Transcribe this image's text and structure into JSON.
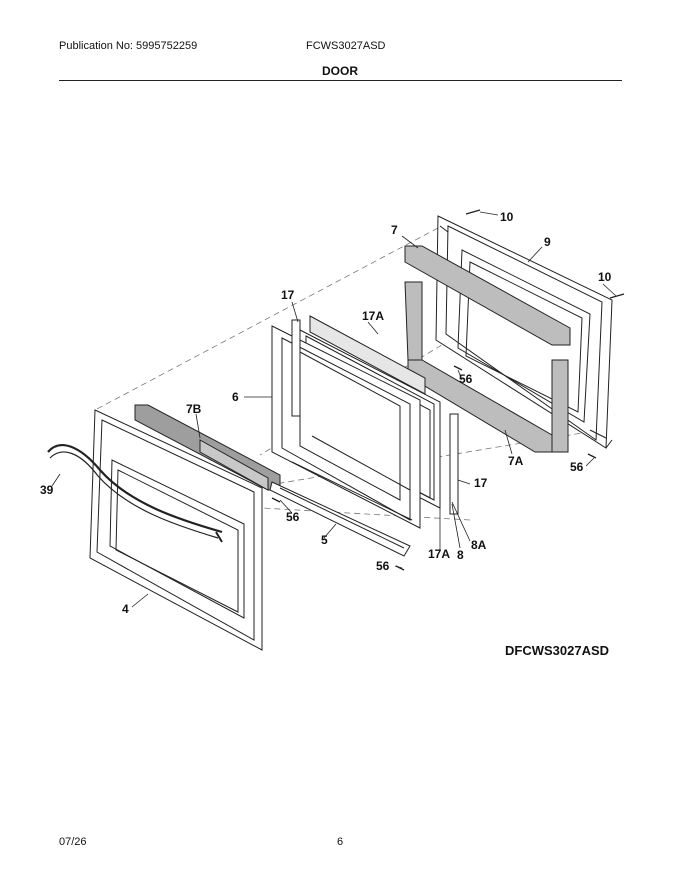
{
  "header": {
    "publication": "Publication No: 5995752259",
    "model": "FCWS3027ASD",
    "section_title": "DOOR"
  },
  "diagram": {
    "code": "DFCWS3027ASD",
    "callouts": {
      "c10a": "10",
      "c9": "9",
      "c7": "7",
      "c10b": "10",
      "c17a": "17",
      "c17Aa": "17A",
      "c56a": "56",
      "c6": "6",
      "c7B": "7B",
      "c7A": "7A",
      "c56b": "56",
      "c39": "39",
      "c17b": "17",
      "c56c": "56",
      "c5": "5",
      "c8A": "8A",
      "c17Ab": "17A",
      "c8": "8",
      "c56d": "56",
      "c4": "4"
    }
  },
  "footer": {
    "date": "07/26",
    "page": "6"
  }
}
